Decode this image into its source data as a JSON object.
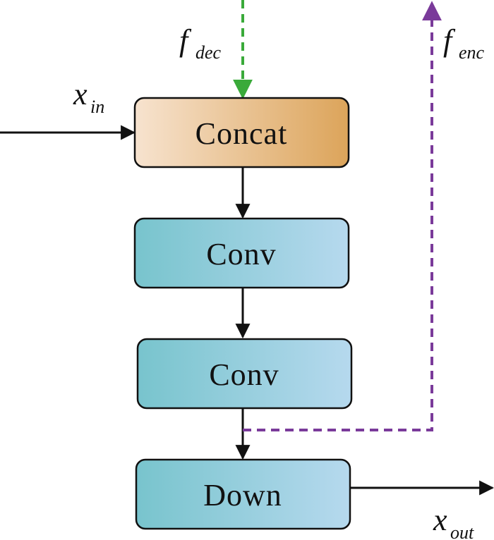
{
  "blocks": {
    "concat": "Concat",
    "conv1": "Conv",
    "conv2": "Conv",
    "down": "Down"
  },
  "labels": {
    "x_in": {
      "base": "x",
      "sub": "in"
    },
    "f_dec": {
      "base": "f",
      "sub": "dec"
    },
    "f_enc": {
      "base": "f",
      "sub": "enc"
    },
    "x_out": {
      "base": "x",
      "sub": "out"
    }
  },
  "colors": {
    "concat_gradient": [
      "#f7e3cf",
      "#dca45a"
    ],
    "conv_gradient": [
      "#7cc6cf",
      "#b4d8ec"
    ],
    "solid_arrow": "#111111",
    "dec_dashed": "#3aaa3a",
    "enc_dashed": "#7a3a9a"
  }
}
